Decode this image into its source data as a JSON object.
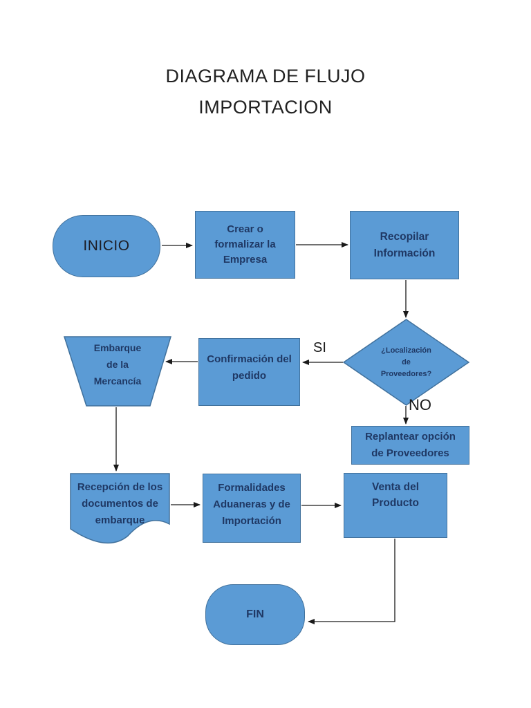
{
  "title": {
    "line1": "DIAGRAMA DE FLUJO",
    "line2": "IMPORTACION"
  },
  "colors": {
    "node_fill": "#5b9bd5",
    "node_border": "#41719c",
    "node_text": "#1f3864",
    "connector": "#1a1a1a",
    "title_text": "#212121",
    "page_background": "#ffffff"
  },
  "nodes": {
    "inicio": {
      "shape": "terminator",
      "label": "INICIO"
    },
    "crear": {
      "shape": "process",
      "lines": [
        "Crear o",
        "formalizar la",
        "Empresa"
      ]
    },
    "recopilar": {
      "shape": "process",
      "lines": [
        "Recopilar",
        "Información"
      ]
    },
    "localizacion": {
      "shape": "decision",
      "lines": [
        "¿Localización",
        "de",
        "Proveedores?"
      ]
    },
    "confirmacion": {
      "shape": "process",
      "lines": [
        "Confirmación del",
        "pedido"
      ]
    },
    "embarque": {
      "shape": "trapezoid",
      "lines": [
        "Embarque",
        "de la",
        "Mercancía"
      ]
    },
    "replantear": {
      "shape": "process",
      "lines": [
        "Replantear opción",
        "de Proveedores"
      ]
    },
    "recepcion": {
      "shape": "document",
      "lines": [
        "Recepción de los",
        "documentos de",
        "embarque"
      ]
    },
    "formalidades": {
      "shape": "process",
      "lines": [
        "Formalidades",
        "Aduaneras y de",
        "Importación"
      ]
    },
    "venta": {
      "shape": "process",
      "lines": [
        "Venta del",
        "Producto"
      ]
    },
    "fin": {
      "shape": "terminator",
      "label": "FIN"
    }
  },
  "edge_labels": {
    "si": "SI",
    "no": "NO"
  }
}
